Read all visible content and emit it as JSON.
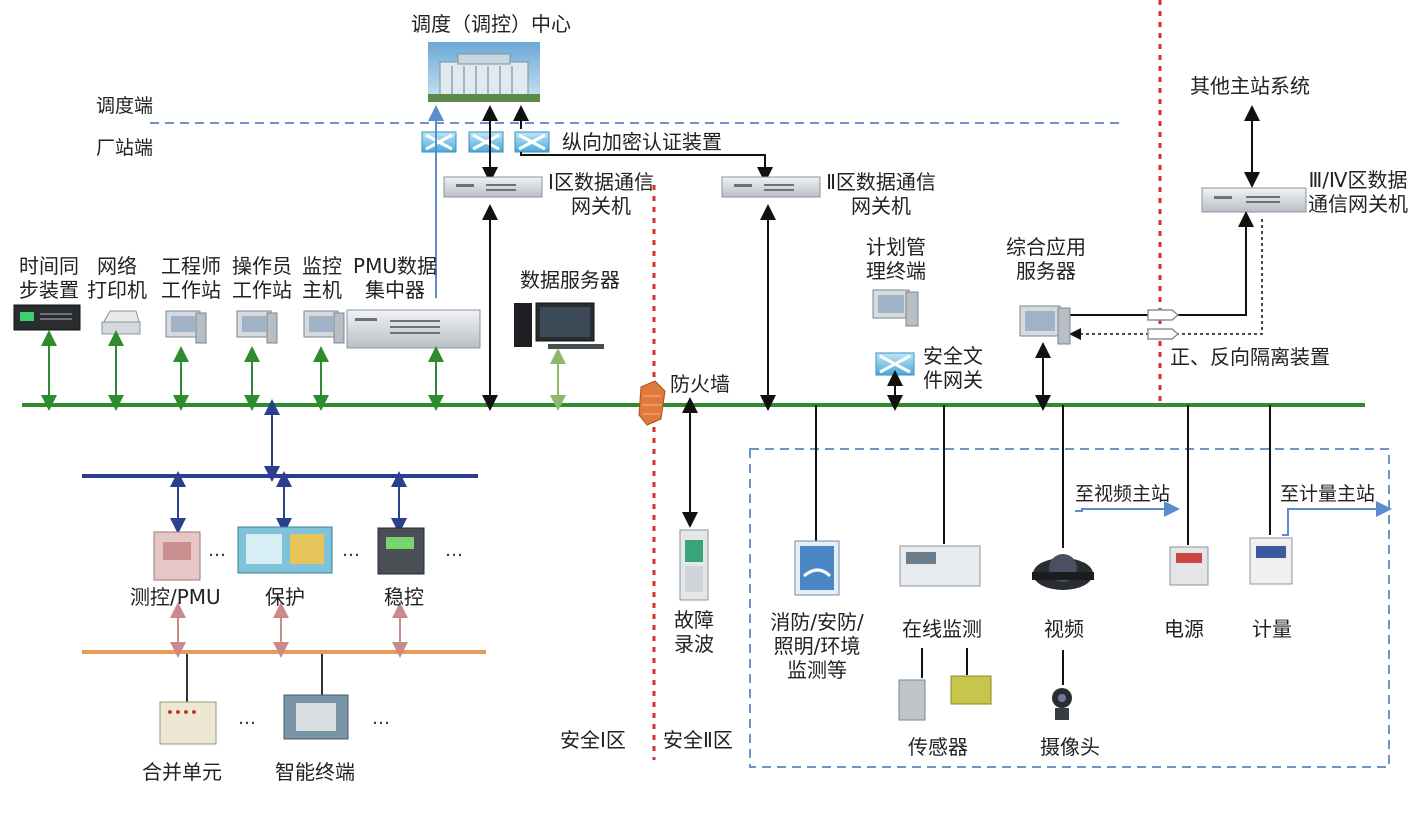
{
  "top": {
    "center_title": "调度（调控）中心",
    "dispatch_side": "调度端",
    "plant_side": "厂站端",
    "encryption_device": "纵向加密认证装置"
  },
  "gateways": {
    "zone1": [
      "Ⅰ区数据通信",
      "网关机"
    ],
    "zone2": [
      "Ⅱ区数据通信",
      "网关机"
    ],
    "zone34": [
      "Ⅲ/Ⅳ区数据",
      "通信网关机"
    ]
  },
  "other_master": "其他主站系统",
  "devices": {
    "time_sync": [
      "时间同",
      "步装置"
    ],
    "network_printer": [
      "网络",
      "打印机"
    ],
    "engineer_ws": [
      "工程师",
      "工作站"
    ],
    "operator_ws": [
      "操作员",
      "工作站"
    ],
    "monitor_host": [
      "监控",
      "主机"
    ],
    "pmu_concentrator": [
      "PMU数据",
      "集中器"
    ],
    "data_server": "数据服务器",
    "firewall": "防火墙",
    "plan_terminal": [
      "计划管",
      "理终端"
    ],
    "secure_file_gw": [
      "安全文",
      "件网关"
    ],
    "app_server": [
      "综合应用",
      "服务器"
    ],
    "isolation_device": "正、反向隔离装置"
  },
  "bay": {
    "measure_pmu": "测控/PMU",
    "protection": "保护",
    "stability": "稳控",
    "merging_unit": "合并单元",
    "smart_terminal": "智能终端",
    "ellipsis": "…"
  },
  "zone2_devices": {
    "fault_recorder": [
      "故障",
      "录波"
    ],
    "fire_security": [
      "消防/安防/",
      "照明/环境",
      "监测等"
    ],
    "online_monitor": "在线监测",
    "sensor": "传感器",
    "video": "视频",
    "camera": "摄像头",
    "power": "电源",
    "metering": "计量",
    "to_video_master": "至视频主站",
    "to_metering_master": "至计量主站"
  },
  "zones": {
    "zone1": "安全Ⅰ区",
    "zone2": "安全Ⅱ区"
  },
  "colors": {
    "bus_green": "#2e8b2e",
    "bus_blue": "#2b3f8f",
    "bus_orange": "#e89a5a",
    "boundary_red": "#d32f2f",
    "dashed_blue": "#6f93c9",
    "arrow_pink": "#c98a8a"
  }
}
